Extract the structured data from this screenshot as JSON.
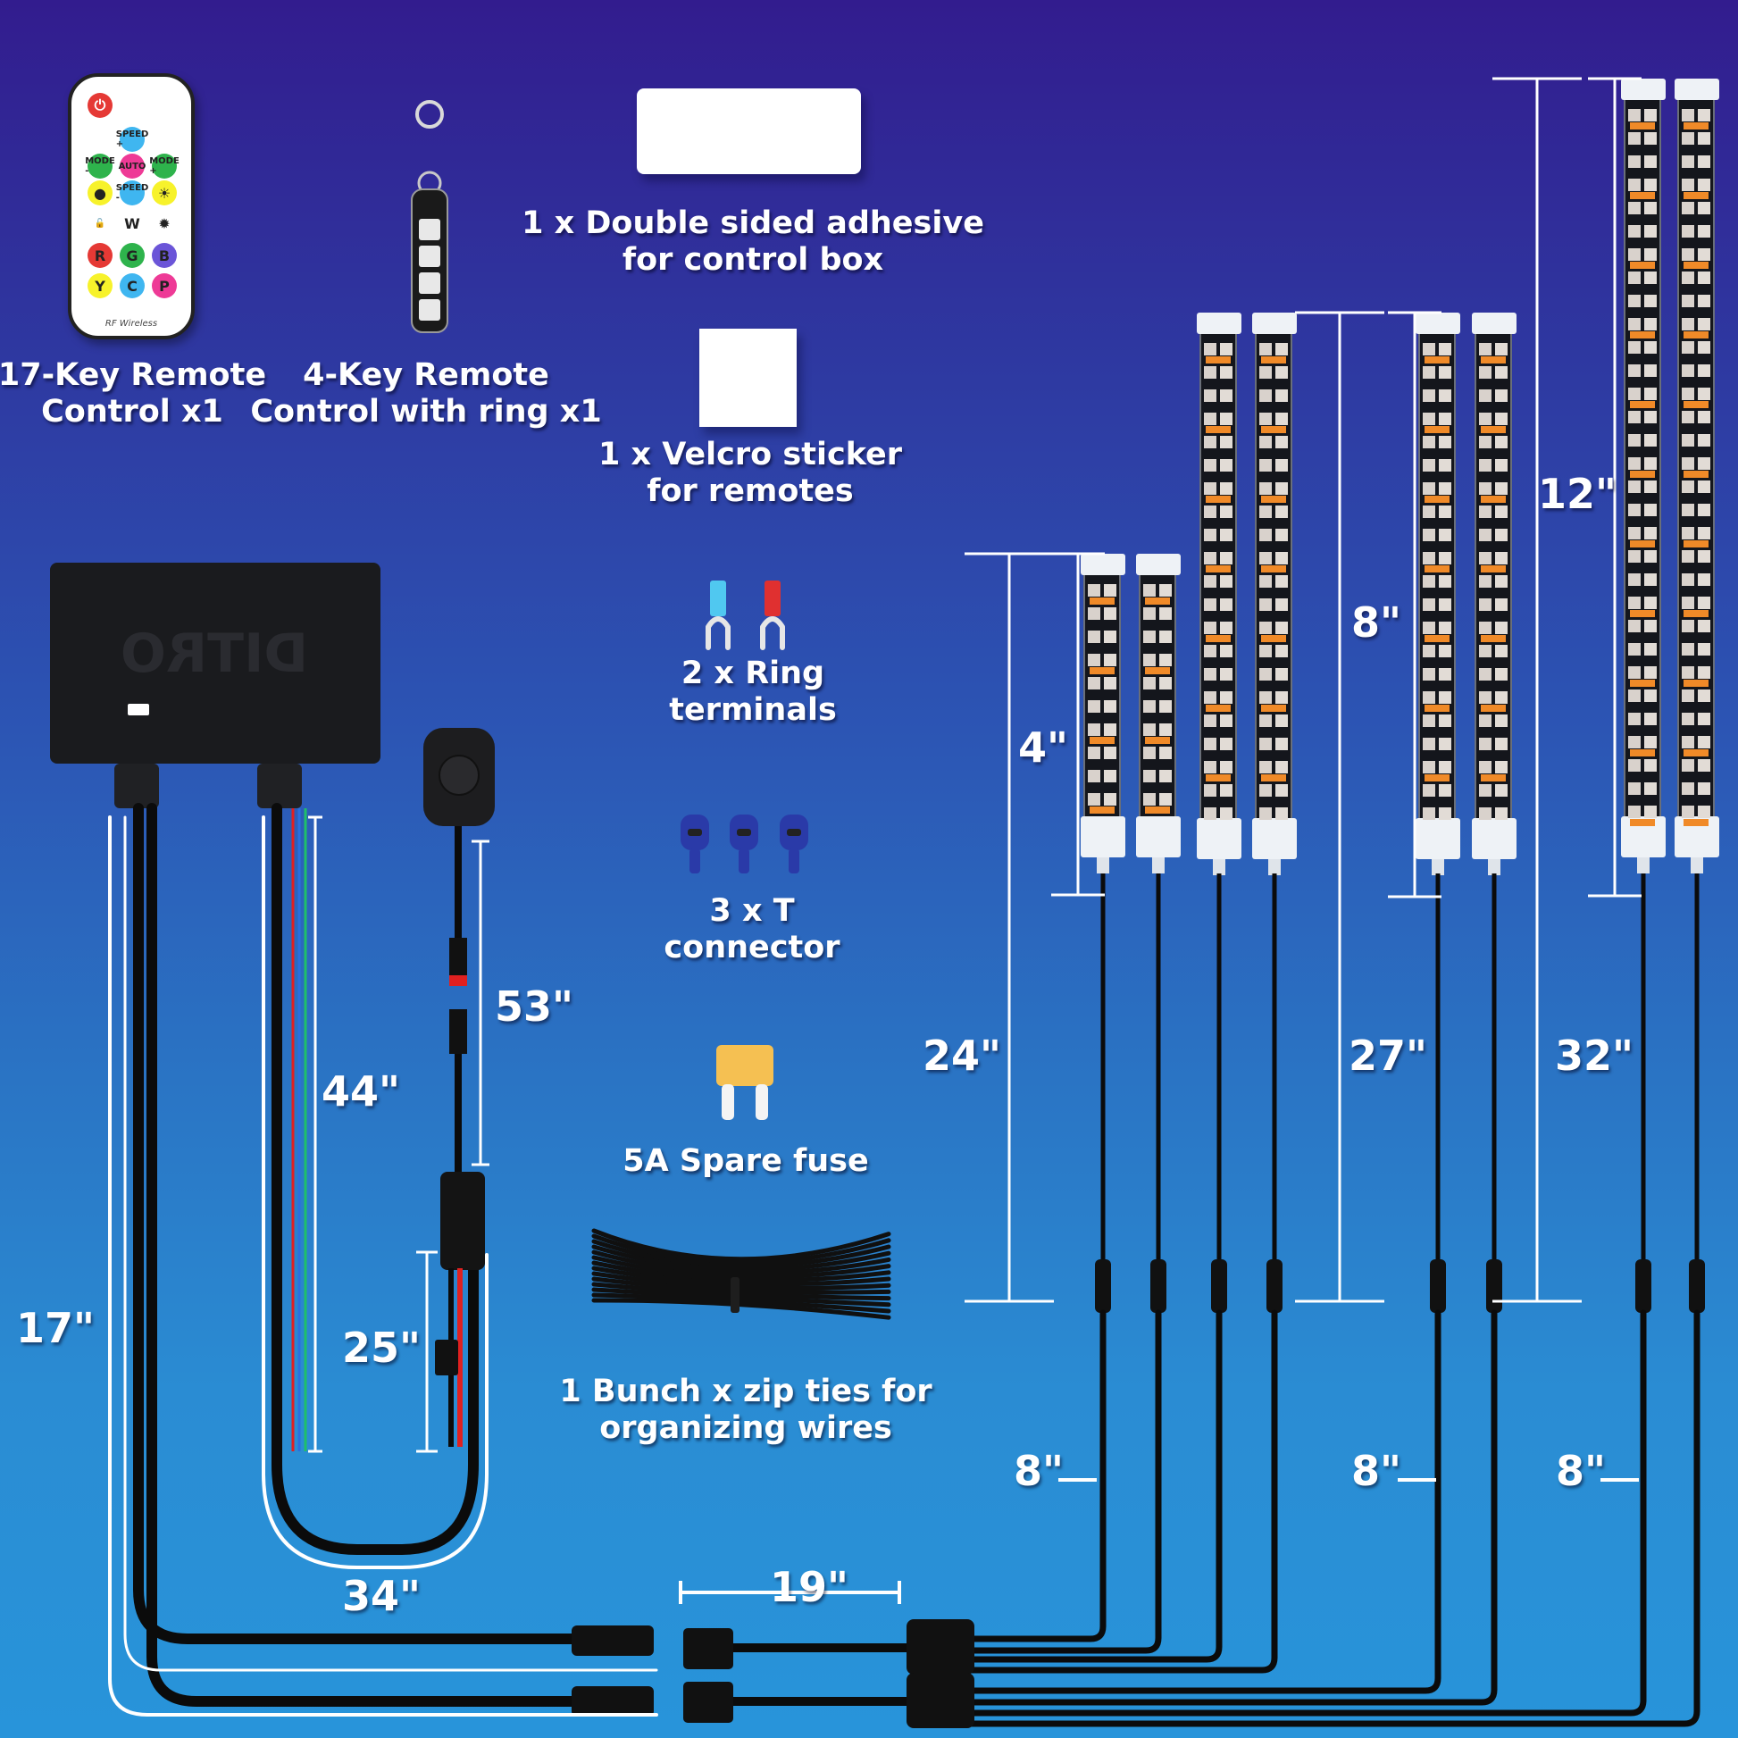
{
  "title": "LED Rock Light Kit Contents",
  "brand_embossed": "DITRO",
  "accessories": [
    {
      "id": "remote17",
      "label_line1": "17-Key Remote",
      "label_line2": "Control x1"
    },
    {
      "id": "remote4",
      "label_line1": "4-Key Remote",
      "label_line2": "Control with ring x1"
    },
    {
      "id": "adhesive",
      "label_line1": "1 x Double sided adhesive",
      "label_line2": "for control box"
    },
    {
      "id": "velcro",
      "label_line1": "1 x Velcro sticker",
      "label_line2": "for remotes"
    },
    {
      "id": "ring_terminals",
      "label_line1": "2 x Ring",
      "label_line2": "terminals"
    },
    {
      "id": "t_connectors",
      "label_line1": "3 x T",
      "label_line2": "connector"
    },
    {
      "id": "fuse",
      "label_line1": "5A Spare fuse"
    },
    {
      "id": "zip_ties",
      "label_line1": "1 Bunch x zip ties for",
      "label_line2": "organizing wires"
    }
  ],
  "remote17_keys": [
    {
      "label": "",
      "icon": "power-icon",
      "color": "#e53935"
    },
    {
      "label": "SPEED +",
      "color": "#3fb6f0"
    },
    {
      "label": "MODE -",
      "color": "#2eb34c"
    },
    {
      "label": "AUTO",
      "color": "#ee3a96"
    },
    {
      "label": "MODE +",
      "color": "#2eb34c"
    },
    {
      "label": "●",
      "color": "#f7f22b"
    },
    {
      "label": "SPEED -",
      "color": "#3fb6f0"
    },
    {
      "label": "☀",
      "color": "#f7f22b"
    },
    {
      "label": "🔓",
      "color": "#ffffff"
    },
    {
      "label": "W",
      "color": "#ffffff"
    },
    {
      "label": "✹",
      "color": "#ffffff"
    },
    {
      "label": "R",
      "color": "#e53935"
    },
    {
      "label": "G",
      "color": "#2eb34c"
    },
    {
      "label": "B",
      "color": "#6b55d8"
    },
    {
      "label": "Y",
      "color": "#f7f22b"
    },
    {
      "label": "C",
      "color": "#3fb6f0"
    },
    {
      "label": "P",
      "color": "#ee3a96"
    }
  ],
  "remote17_footer": "RF Wireless",
  "dimensions": {
    "strip_4": "4\"",
    "strip_8": "8\"",
    "strip_12": "12\"",
    "lead_24": "24\"",
    "lead_27": "27\"",
    "lead_32": "32\"",
    "ext_8a": "8\"",
    "ext_8b": "8\"",
    "ext_8c": "8\"",
    "cable_17": "17\"",
    "cable_34": "34\"",
    "rgb_44": "44\"",
    "switch_53": "53\"",
    "power_25": "25\"",
    "splitter_19": "19\""
  },
  "colors": {
    "background_top": "#321c8e",
    "background_bottom": "#2894da",
    "wire_red": "#e02020",
    "wire_green": "#1fbf6a",
    "wire_blue": "#2a6fe0",
    "led_pad": "#f08a28"
  }
}
